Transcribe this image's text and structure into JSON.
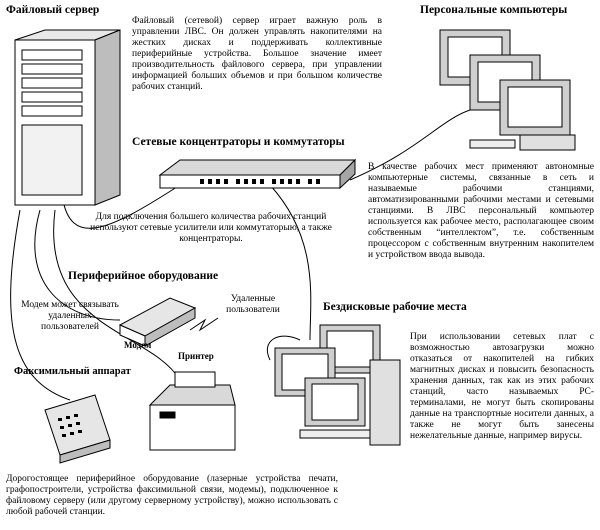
{
  "headings": {
    "file_server": "Файловый сервер",
    "personal_computers": "Персональные компьютеры",
    "hubs_switches": "Сетевые концентраторы и коммутаторы",
    "peripherals": "Периферийное оборудование",
    "diskless": "Бездисковые рабочие места",
    "fax": "Факсимильный аппарат"
  },
  "labels": {
    "modem": "Модем",
    "printer": "Принтер",
    "modem_note": "Модем может связывать удаленных пользователей",
    "remote_users": "Удаленные пользователи"
  },
  "paragraphs": {
    "file_server": "Файловый (сетевой) сервер играет важную роль в управлении ЛВС. Он должен управлять накопителями на жестких дисках и поддерживать коллективные периферийные устройства. Большое значение имеет производительность файлового сервера, при управлении информацией больших объемов и при большом количестве рабочих станций.",
    "workstations": "В качестве рабочих мест применяют автономные компьютерные системы, связанные в сеть и называемые рабочими станциями, автоматизированными рабочими местами и сетевыми станциями. В ЛВС персональный компьютер используется как рабочее место, располагающее своим собственным “интеллектом”, т.е. собственным процессором с собственным внутренним накопителем и устройством ввода вывода.",
    "hubs": "Для подключения большего количества рабочих станций используют сетевые усилители или коммутаторыю, а также концентраторы.",
    "diskless": "При использовании сетевых плат с возможностью автозагрузки можно отказаться от накопителей на гибких магнитных дисках и повысить безопасность хранения данных, так как из этих рабочих станций, часто называемых PC-терминалами, не могут быть скопированы данные на транспортные носители данных, а также не могут быть занесены нежелательные данные, например вирусы.",
    "peripherals": "Дорогостоящее периферийное оборудование (лазерные устройства печати, графопостроители, устройства факсимильной связи, модемы), подключенное к файловому серверу (или другому серверному устройству), можно использовать с любой рабочей станции."
  }
}
